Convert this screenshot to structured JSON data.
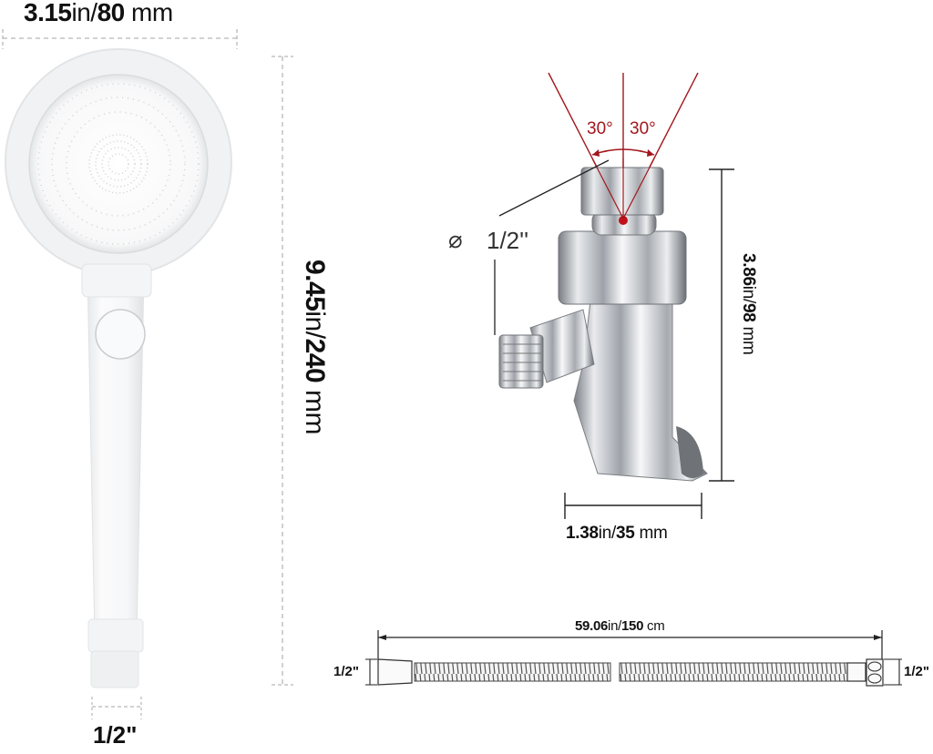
{
  "shower_head": {
    "width_label": {
      "value_in": "3.15",
      "unit_in": "in/",
      "value_mm": "80",
      "unit_mm": "mm"
    },
    "height_label": {
      "value_in": "9.45",
      "unit_in": "in/",
      "value_mm": "240",
      "unit_mm": "mm"
    },
    "thread_label": "1/2\""
  },
  "holder": {
    "angle_left": "30°",
    "angle_right": "30°",
    "diameter_symbol": "⌀",
    "diameter_label": "1/2''",
    "height_label": {
      "value_in": "3.86",
      "unit_in": "in/",
      "value_mm": "98",
      "unit_mm": "mm"
    },
    "width_label": {
      "value_in": "1.38",
      "unit_in": "in/",
      "value_mm": "35",
      "unit_mm": "mm"
    }
  },
  "hose": {
    "length_label": {
      "value_in": "59.06",
      "unit_in": "in/",
      "value_cm": "150",
      "unit_cm": "cm"
    },
    "left_fitting_label": "1/2\"",
    "right_fitting_label": "1/2\""
  },
  "colors": {
    "angle_lines": "#a3161c",
    "dim_lines": "#222222",
    "dashed": "#b8b8b8",
    "chrome_dark": "#6f7378",
    "chrome_light": "#f2f3f5"
  }
}
